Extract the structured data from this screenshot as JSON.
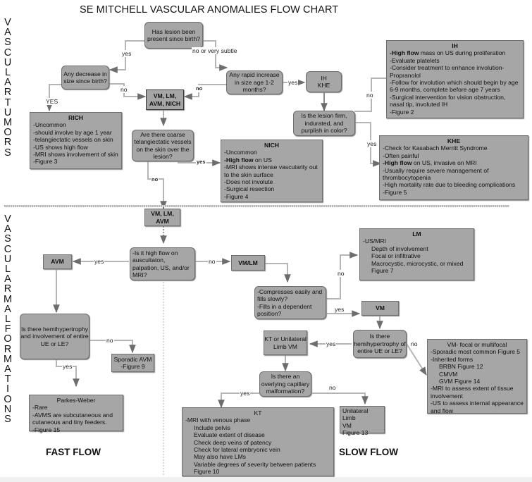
{
  "title": "SE MITCHELL VASCULAR ANOMALIES FLOW CHART",
  "section_labels": {
    "tumors": "VASCULAR TUMORS",
    "malformations": "VASCULAR MALFORMATIONS",
    "fast_flow": "FAST FLOW",
    "slow_flow": "SLOW FLOW"
  },
  "nodes": {
    "q_birth": "Has lesion been present since birth?",
    "q_decrease": "Any decrease in size since birth?",
    "q_rapid": "Any rapid increase in size age 1-2 months?",
    "ih_khe": [
      "IH",
      "KHE"
    ],
    "vm_lm_avm_nich": "VM, LM, AVM, NICH",
    "q_firm": "Is the lesion firm, indurated, and purplish in color?",
    "q_coarse": "Are there coarse telangiectatic vessels on the skin over the lesion?",
    "vm_lm_avm": "VM, LM, AVM",
    "q_highflow": "-Is it high flow on auscultaton, palpation, US, and/or MRI?",
    "avm": "AVM",
    "vm_lm": "VM/LM",
    "q_compress": [
      "-Compresses easily and fills slowly?",
      "-Fills in a dependent position?"
    ],
    "vm": "VM",
    "q_hemi_avm": "Is there hemihypertrophy and involvement of entire UE or LE?",
    "sporadic_avm": [
      "Sporadic AVM",
      "-Figure 9"
    ],
    "q_hemi_vm": "Is there hemihypertrophy of entire UE or LE?",
    "kt_or_limb": "KT or Unilateral Limb VM",
    "q_capillary": "Is there an overlying capillary malformation?",
    "unilateral_limb": [
      "Unilateral Limb",
      "VM",
      "Figure 13"
    ]
  },
  "info_boxes": {
    "rich": {
      "title": "RICH",
      "lines": [
        "-Uncommon",
        "-should involve by age 1 year",
        "-telangiectatic vessels on skin",
        "-US shows high flow",
        "-MRI shows involvement of skin",
        "-Figure 3"
      ]
    },
    "ih": {
      "title": "IH",
      "lines": [
        {
          "bold": "-High flow",
          "text": " mass on US during proliferation"
        },
        {
          "text": "-Evaluate platelets"
        },
        {
          "text": "-Consider treatment to enhance involution- Propranolol"
        },
        {
          "text": "-Follow for involution which should begin by age 6-9 months, complete before age 7 years"
        },
        {
          "text": "-Surgical intervention for vision obstruction, nasal tip, involuted IH"
        },
        {
          "text": "-Figure 2"
        }
      ]
    },
    "nich": {
      "title": "NICH",
      "lines": [
        {
          "text": "-Uncommon"
        },
        {
          "bold": "-High flow",
          "text": " on US"
        },
        {
          "text": "-MRI shows intense vascularity out to the skin surface"
        },
        {
          "text": "-Does not involute"
        },
        {
          "text": "-Surgical resection"
        },
        {
          "text": "-Figure 4"
        }
      ]
    },
    "khe": {
      "title": "KHE",
      "lines": [
        {
          "text": "-Check for Kasabach Merritt Syndrome"
        },
        {
          "text": "-Often painful"
        },
        {
          "bold": "-High flow",
          "text": " on US, invasive on MRI"
        },
        {
          "text": "-Usually require severe management of thrombocytopenia"
        },
        {
          "text": "-High mortality rate due to bleeding complications"
        },
        {
          "text": "-Figure 5"
        }
      ]
    },
    "lm": {
      "title": "LM",
      "lines": [
        "-US/MRI"
      ],
      "indented": [
        "Depth of involvement",
        "Focal or infiltrative",
        "Macrocystic, microcystic, or mixed",
        "Figure 7"
      ]
    },
    "vm_focal": {
      "title": "VM- focal or multifocal",
      "lines_a": [
        "-Sporadic most common Figure 5",
        "-Inherited forms"
      ],
      "indented": [
        "BRBN Figure 12",
        "CMVM",
        "GVM Figure 14"
      ],
      "lines_b": [
        "-MRI to assess extent of tissue involvement",
        "-US to assess internal appearance and flow"
      ]
    },
    "parkes_weber": {
      "title": "Parkes-Weber",
      "lines": [
        "-Rare",
        "-AVMS are subcutaneous and cutaneous and tiny feeders.",
        "-Figure 15"
      ]
    },
    "kt": {
      "title": "KT",
      "lines": [
        "-MRI with venous phase"
      ],
      "indented": [
        "Include pelvis",
        "Evaluate extent of disease",
        "Check deep veins of patency",
        "Check for lateral embryonic vein",
        "May also have LMs",
        "Variable degrees of severity between patients",
        "Figure 10"
      ]
    }
  },
  "edge_labels": {
    "yes": "yes",
    "no": "no",
    "YES": "YES",
    "no_or_subtle": "no or very subtle"
  }
}
